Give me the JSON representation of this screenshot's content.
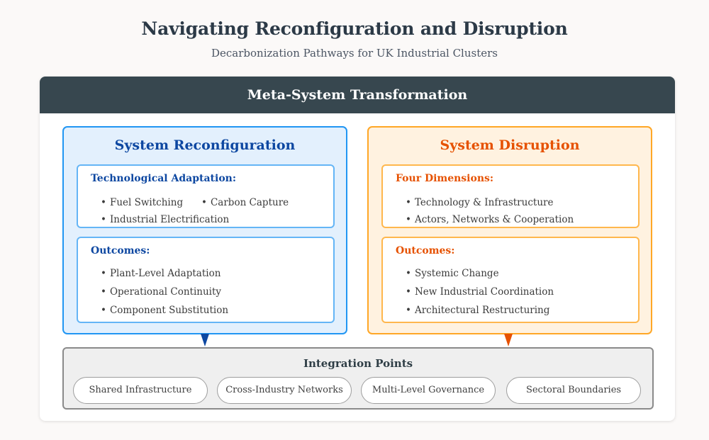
{
  "header": {
    "title": "Navigating Reconfiguration and Disruption",
    "subtitle": "Decarbonization Pathways for UK Industrial Clusters"
  },
  "meta": {
    "title": "Meta-System Transformation"
  },
  "reconfiguration": {
    "title": "System Reconfiguration",
    "color": "#2196f3",
    "tech_card": {
      "heading": "Technological Adaptation:",
      "items": [
        "Fuel Switching",
        "Carbon Capture",
        "Industrial Electrification"
      ]
    },
    "outcomes_card": {
      "heading": "Outcomes:",
      "items": [
        "Plant-Level Adaptation",
        "Operational Continuity",
        "Component Substitution"
      ]
    }
  },
  "disruption": {
    "title": "System Disruption",
    "color": "#ffa726",
    "dimensions_card": {
      "heading": "Four Dimensions:",
      "items": [
        "Technology & Infrastructure",
        "Actors, Networks & Cooperation"
      ]
    },
    "outcomes_card": {
      "heading": "Outcomes:",
      "items": [
        "Systemic Change",
        "New Industrial Coordination",
        "Architectural Restructuring"
      ]
    }
  },
  "integration": {
    "title": "Integration Points",
    "points": [
      "Shared Infrastructure",
      "Cross-Industry Networks",
      "Multi-Level Governance",
      "Sectoral Boundaries"
    ]
  },
  "bullet": "•"
}
